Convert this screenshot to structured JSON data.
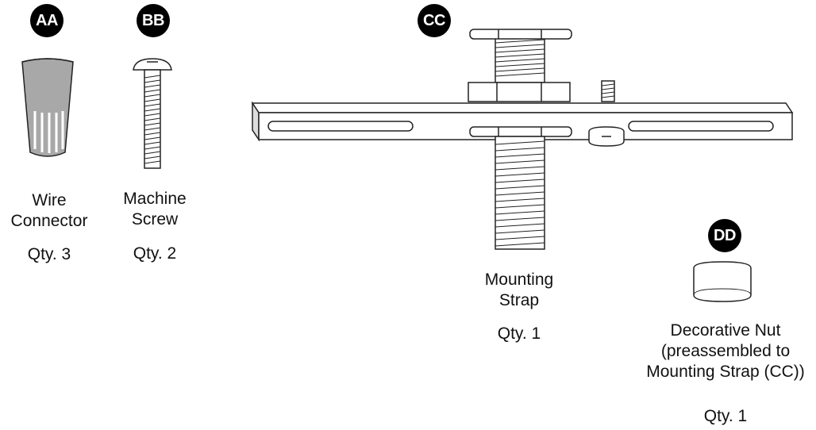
{
  "parts": [
    {
      "badge": "AA",
      "name_line1": "Wire",
      "name_line2": "Connector",
      "qty": "Qty. 3"
    },
    {
      "badge": "BB",
      "name_line1": "Machine",
      "name_line2": "Screw",
      "qty": "Qty. 2"
    },
    {
      "badge": "CC",
      "name_line1": "Mounting",
      "name_line2": "Strap",
      "qty": "Qty. 1"
    },
    {
      "badge": "DD",
      "name_line1": "Decorative Nut",
      "name_line2": "(preassembled to",
      "name_line3": "Mounting Strap (CC))",
      "qty": "Qty. 1"
    }
  ]
}
